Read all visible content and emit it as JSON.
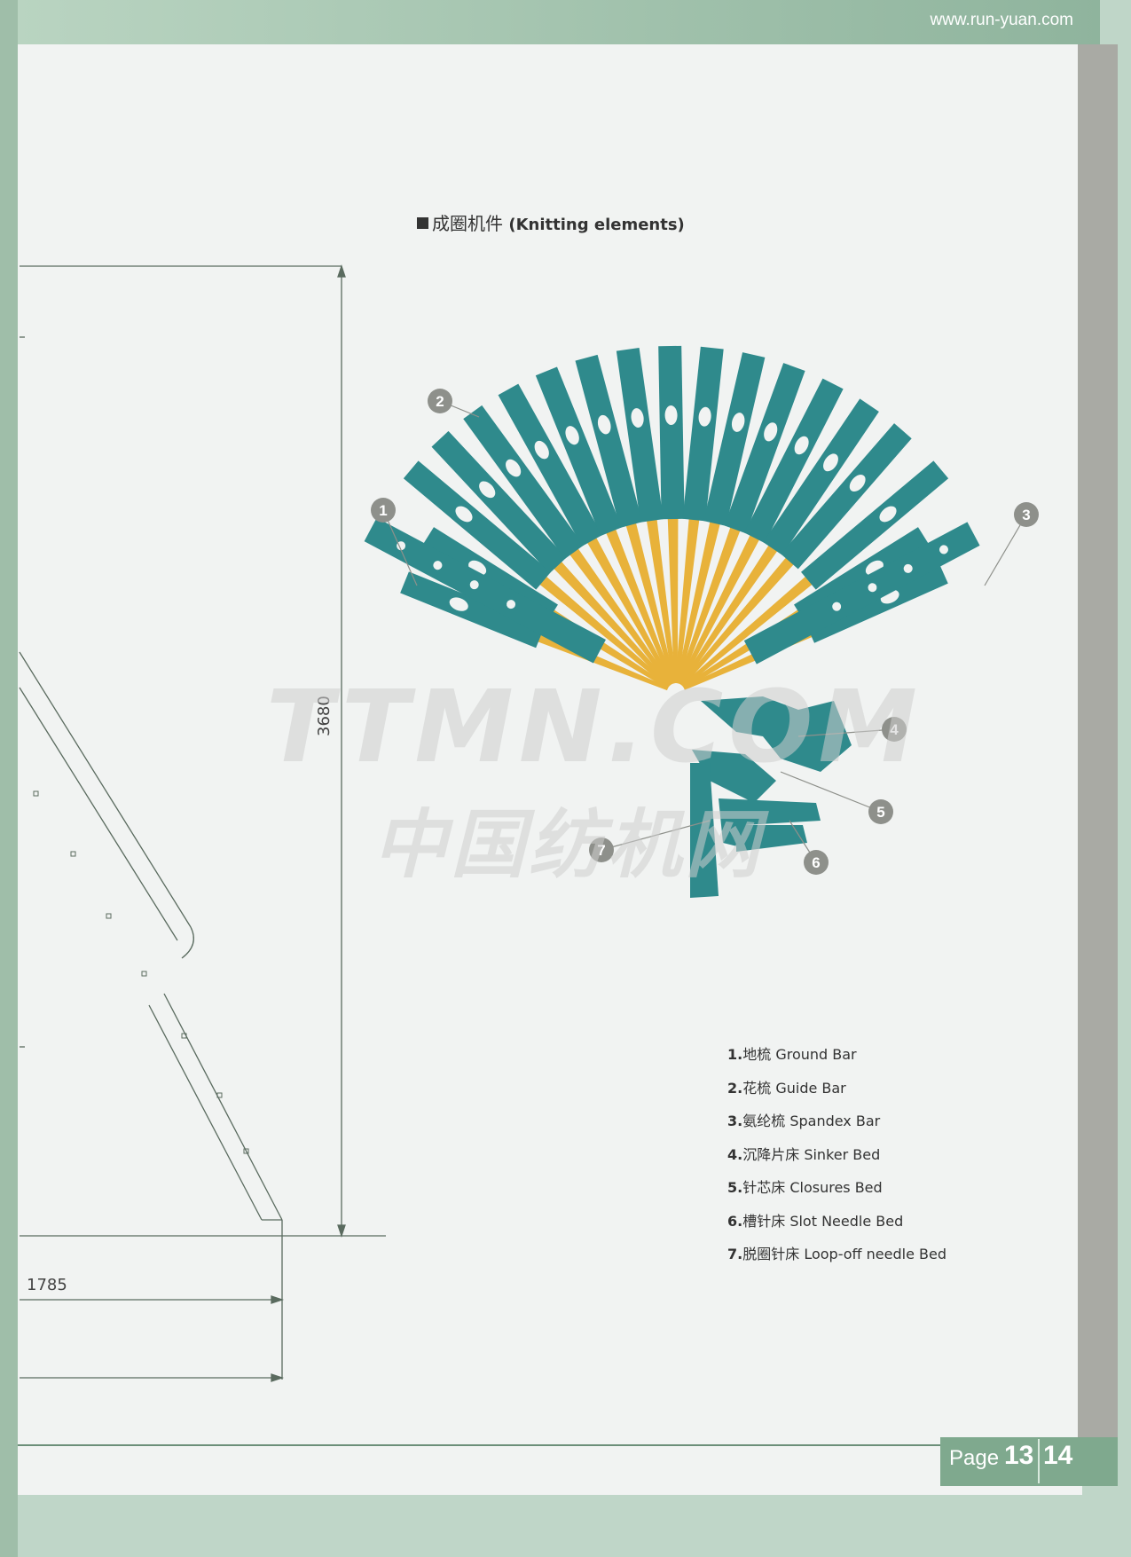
{
  "header": {
    "url": "www.run-yuan.com"
  },
  "section": {
    "square": "■",
    "title_zh": "成圈机件",
    "title_en": "(Knitting elements)"
  },
  "dimensions": {
    "vertical": "3680",
    "horizontal": "1785"
  },
  "callouts": [
    "1",
    "2",
    "3",
    "4",
    "5",
    "6",
    "7"
  ],
  "legend": [
    {
      "num": "1.",
      "zh": "地梳",
      "en": "Ground Bar"
    },
    {
      "num": "2.",
      "zh": "花梳",
      "en": "Guide Bar"
    },
    {
      "num": "3.",
      "zh": "氨纶梳",
      "en": "Spandex Bar"
    },
    {
      "num": "4.",
      "zh": "沉降片床",
      "en": "Sinker Bed"
    },
    {
      "num": "5.",
      "zh": "针芯床",
      "en": "Closures Bed"
    },
    {
      "num": "6.",
      "zh": "槽针床",
      "en": "Slot Needle Bed"
    },
    {
      "num": "7.",
      "zh": "脱圈针床",
      "en": "Loop-off needle Bed"
    }
  ],
  "watermark": {
    "en": "TTMN.COM",
    "zh": "中国纺机网"
  },
  "footer": {
    "page_label": "Page",
    "page_left": "13",
    "page_right": "14"
  },
  "colors": {
    "teal": "#2f8a8c",
    "yellow": "#e8b23a",
    "callout_gray": "#8e908b",
    "band": "#8fb49d"
  }
}
